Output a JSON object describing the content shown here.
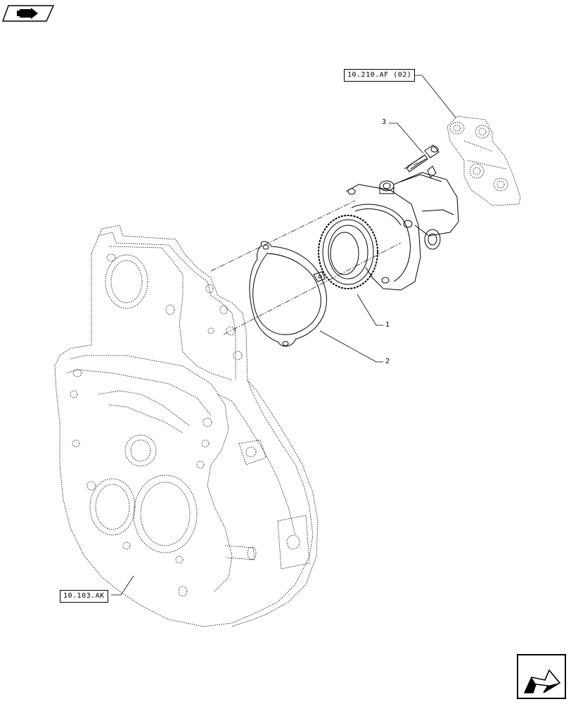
{
  "references": {
    "upper": "10.210.AF (02)",
    "lower": "10.103.AK"
  },
  "callouts": {
    "item1": "1",
    "item2": "2",
    "item3": "3"
  },
  "icons": {
    "top_left": "back-arrow-icon",
    "bottom_right": "next-page-arrow-icon"
  },
  "colors": {
    "line": "#000000",
    "background": "#ffffff"
  }
}
